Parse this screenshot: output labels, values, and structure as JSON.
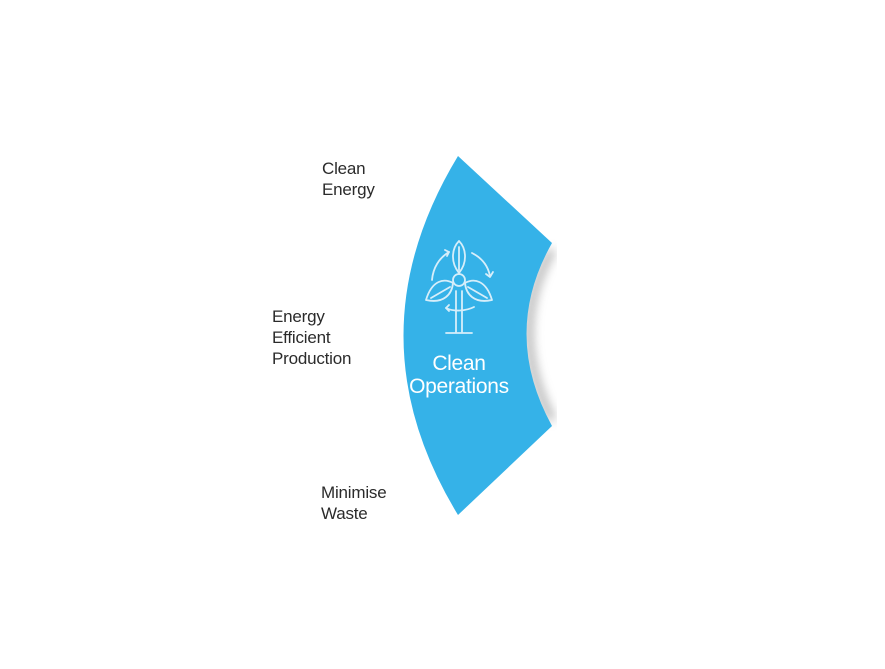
{
  "segment": {
    "title_lines": [
      "Clean",
      "Operations"
    ],
    "icon": "wind-turbine-leaf-icon",
    "fill_color": "#35b2e8"
  },
  "labels": [
    {
      "lines": [
        "Clean",
        "Energy"
      ]
    },
    {
      "lines": [
        "Energy",
        "Efficient",
        "Production"
      ]
    },
    {
      "lines": [
        "Minimise",
        "Waste"
      ]
    }
  ]
}
